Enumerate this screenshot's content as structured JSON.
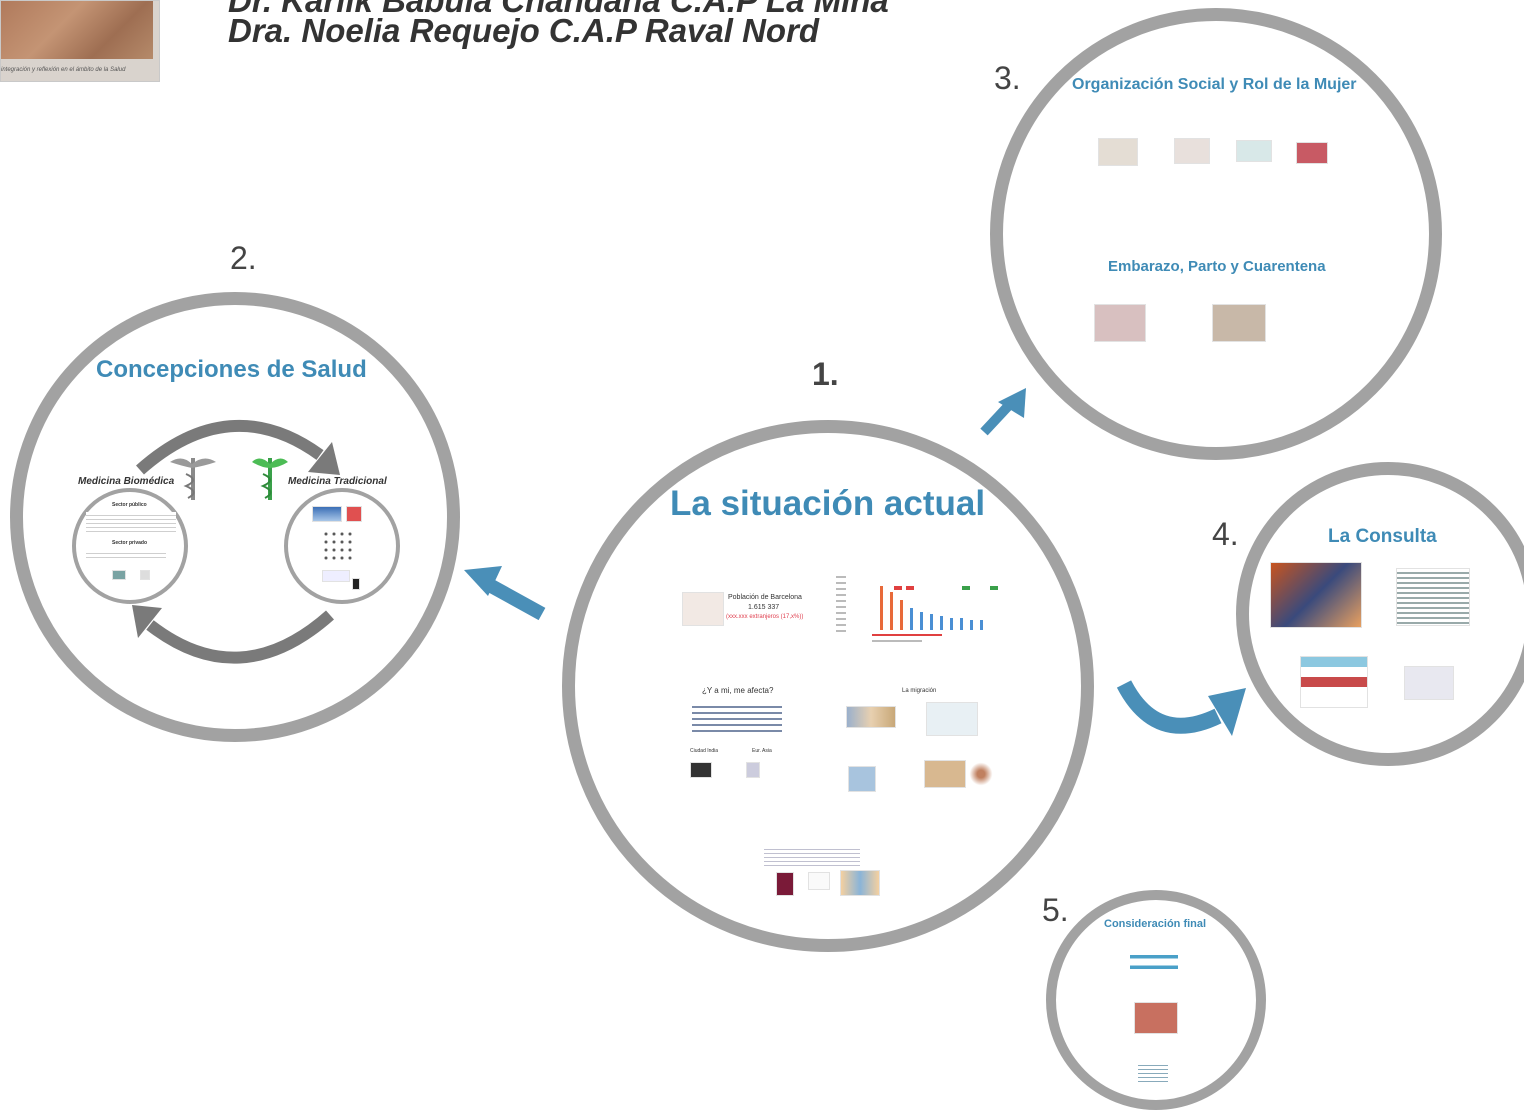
{
  "header": {
    "line1": "Dr. Karlik Babula Chandana C.A.P La Mina",
    "line2": "Dra. Noelia Requejo C.A.P Raval Nord",
    "photo_caption": "integración y reflexión en el ámbito de la Salud"
  },
  "sections": [
    {
      "number": "1.",
      "title": "La situación actual"
    },
    {
      "number": "2.",
      "title": "Concepciones de Salud"
    },
    {
      "number": "3.",
      "title": "Organización Social y Rol de la Mujer",
      "subtitle": "Embarazo, Parto y Cuarentena"
    },
    {
      "number": "4.",
      "title": "La Consulta"
    },
    {
      "number": "5.",
      "title": "Consideración final"
    }
  ],
  "section1_details": {
    "population_label": "Población de Barcelona",
    "population_value": "1.615 337",
    "foreigners": "(xxx.xxx extranjeros (17,x%))",
    "question": "¿Y a mi, me afecta?",
    "migration": "La migración",
    "col_a": "Ciudad India",
    "col_b": "Eur. Asia"
  },
  "section2_details": {
    "left_label": "Medicina Biomédica",
    "right_label": "Medicina Tradicional",
    "public_sector": "Sector público",
    "private_sector": "Sector privado"
  },
  "colors": {
    "ring": "#a2a2a2",
    "title_blue": "#3f8bb6",
    "arrow_blue": "#4a8fb8",
    "arrow_gray": "#7a7a7a"
  },
  "icons": [
    "caduceus-icon",
    "green-caduceus-icon",
    "arrow-icon"
  ]
}
